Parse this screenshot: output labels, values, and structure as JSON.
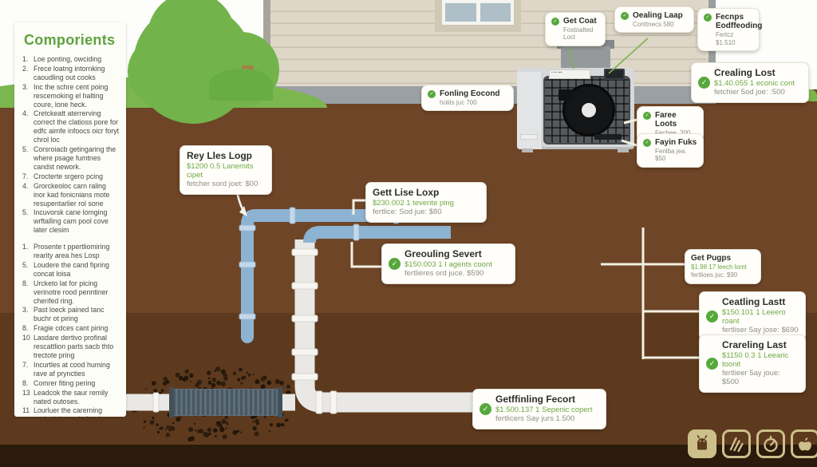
{
  "panel": {
    "title": "Comporients",
    "items": [
      {
        "num": "1.",
        "text": "Loe ponting, owciding",
        "gap": false
      },
      {
        "num": "2.",
        "text": "Frece loatng intornking caoudling out cooks",
        "gap": false
      },
      {
        "num": "3.",
        "text": "Inc the schre cent poing rescemoking el halting coure, lone heck.",
        "gap": false
      },
      {
        "num": "4.",
        "text": "Cretckeatt aterrerving correct the clatioss pore for edfc aimfe infoocs oicr foryt chrol loc",
        "gap": false
      },
      {
        "num": "5.",
        "text": "Corsroiacb getingaring the where psage fumtnes candst nework.",
        "gap": false
      },
      {
        "num": "7.",
        "text": "Crocterte srgero pcing",
        "gap": false
      },
      {
        "num": "4.",
        "text": "Grorckeoloc carn raling inor kad fonicnians mote resupentarlier rol sone",
        "gap": false
      },
      {
        "num": "5.",
        "text": "Incuvorsk cane lomging wrftalling cam pool cove later clesim",
        "gap": false
      },
      {
        "num": "1.",
        "text": "Prosente t ppertliomiring rearity area hes Losp",
        "gap": true
      },
      {
        "num": "5.",
        "text": "Loudere the cand fipring concat loisa",
        "gap": false
      },
      {
        "num": "8.",
        "text": "Urcketo lat for picing verinotre rood penntiner cherifed ring.",
        "gap": false
      },
      {
        "num": "3.",
        "text": "Past loeck pained tanc buchr ot piring",
        "gap": false
      },
      {
        "num": "8.",
        "text": "Fragie cdces cant piring",
        "gap": false
      },
      {
        "num": "10",
        "text": "Lasdare dertivo profinal rescattlion parts sacb thto trectote pring",
        "gap": false
      },
      {
        "num": "7.",
        "text": "Incurtles at cood huming rave af pryncties",
        "gap": false
      },
      {
        "num": "8.",
        "text": "Comrer fiting pering",
        "gap": false
      },
      {
        "num": "13",
        "text": "Leadcok the saur remily nated outoses.",
        "gap": false
      },
      {
        "num": "11",
        "text": "Lourluer the carerning secical the raple fooring: Part to lock.",
        "gap": false
      }
    ]
  },
  "callouts": [
    {
      "id": "get_coat",
      "title": "Get Coat",
      "price": "",
      "desc": "Fostoalted Loct",
      "icon": "check",
      "size": "sm"
    },
    {
      "id": "oealing_laap",
      "title": "Oealing Laap",
      "price": "",
      "desc": "Conttnecs 580",
      "icon": "check",
      "size": "sm"
    },
    {
      "id": "fecnps",
      "title": "Fecnps Eodffeoding",
      "price": "",
      "desc": "Fertcz $1.510",
      "icon": "check",
      "size": "sm"
    },
    {
      "id": "crealing_lost",
      "title": "Crealing Lost",
      "price": "$1.40.055 1 econic cont",
      "desc": "fetchier 5od joe: :500",
      "icon": "check",
      "size": "lg"
    },
    {
      "id": "fonling_eocond",
      "title": "Fonling Eocond",
      "price": "",
      "desc": "holits juc 700",
      "icon": "check",
      "size": "sm"
    },
    {
      "id": "faree_loots",
      "title": "Faree Loots",
      "price": "",
      "desc": "Fecbee. 200",
      "icon": "check",
      "size": "sm"
    },
    {
      "id": "fayin_fuks",
      "title": "Fayin Fuks",
      "price": "",
      "desc": "Fenlba jea. $50",
      "icon": "check",
      "size": "sm"
    },
    {
      "id": "rey_lles_logp",
      "title": "Rey Lles Logp",
      "price": "$1200 0.5 Lanemits cipet",
      "desc": "fetcher sord joet: $00",
      "icon": "none",
      "size": "lg"
    },
    {
      "id": "gett_lise_loxp",
      "title": "Gett Lise Loxp",
      "price": "$230.002 1 tevente ping",
      "desc": "fertlice: Sod jue: $80",
      "icon": "none",
      "size": "lg"
    },
    {
      "id": "greouling_severt",
      "title": "Greouling Severt",
      "price": "$150.003 1 I agents coont",
      "desc": "fertlieres ord juce. $590",
      "icon": "check",
      "size": "lg"
    },
    {
      "id": "get_pugps",
      "title": "Get Pugps",
      "price": "$1.98 17 leech lomt",
      "desc": "fertlioes joc: $90",
      "icon": "none",
      "size": "sm"
    },
    {
      "id": "cestling_lastt",
      "title": "Ceatling Lastt",
      "price": "$150.101 1 Leeero roant",
      "desc": "fertliser 5ay jose: $690",
      "icon": "check",
      "size": "lg"
    },
    {
      "id": "crareling_last",
      "title": "Crareling Last",
      "price": "$1150 0.3 1 Leearic toonit",
      "desc": "fertlieer 5ay joue: $500",
      "icon": "check",
      "size": "lg"
    },
    {
      "id": "getffinling_fecort",
      "title": "Getffinling Fecort",
      "price": "$1.500.137 1 Sepenic copert",
      "desc": "fertlicers Say jurs 1.500",
      "icon": "check",
      "size": "lg"
    }
  ],
  "footer": {
    "icons": [
      "android",
      "gesture",
      "gauge",
      "apple"
    ]
  },
  "colors": {
    "accent_green": "#57a83c",
    "pipe_blue": "#8db3d3",
    "pipe_white": "#e9e8e4",
    "ground_upper": "#6e4527",
    "ground_lower": "#5d3a1e",
    "badge_khaki": "#cdbf8a"
  }
}
